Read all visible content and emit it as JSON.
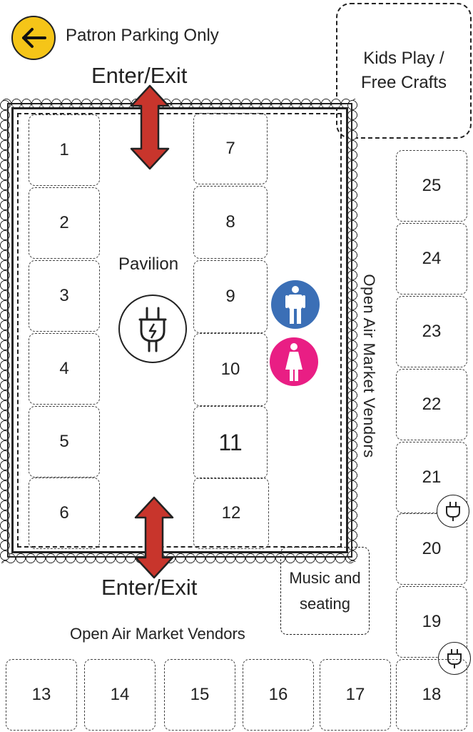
{
  "top_note": {
    "text": "Patron Parking Only",
    "icon": "arrow-left-icon",
    "color": "#f5c518"
  },
  "entrances": {
    "top_label": "Enter/Exit",
    "bottom_label": "Enter/Exit",
    "arrow_color": "#c8352c"
  },
  "pavilion": {
    "label": "Pavilion",
    "icon": "power-plug-icon"
  },
  "kids_area": {
    "label": "Kids Play /\nFree Crafts"
  },
  "music_area": {
    "label": "Music and\nseating"
  },
  "vendor_labels": {
    "right": "Open Air Market Vendors",
    "bottom": "Open Air Market Vendors"
  },
  "restrooms": {
    "men_icon": "men-restroom-icon",
    "women_icon": "women-restroom-icon",
    "men_color": "#3b6fb6",
    "women_color": "#e91e84"
  },
  "power_icons": [
    "power-plug-icon",
    "power-plug-icon"
  ],
  "booths": {
    "b1": "1",
    "b2": "2",
    "b3": "3",
    "b4": "4",
    "b5": "5",
    "b6": "6",
    "b7": "7",
    "b8": "8",
    "b9": "9",
    "b10": "10",
    "b11": "11",
    "b12": "12",
    "b13": "13",
    "b14": "14",
    "b15": "15",
    "b16": "16",
    "b17": "17",
    "b18": "18",
    "b19": "19",
    "b20": "20",
    "b21": "21",
    "b22": "22",
    "b23": "23",
    "b24": "24",
    "b25": "25"
  }
}
